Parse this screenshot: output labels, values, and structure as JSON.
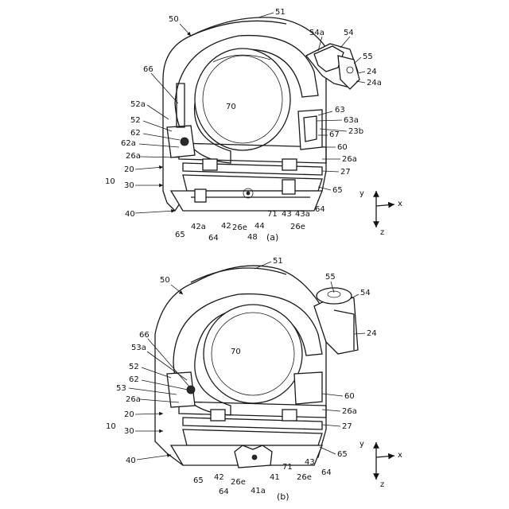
{
  "figure_a": {
    "caption": "(a)",
    "labels": [
      "50",
      "51",
      "54a",
      "54",
      "55",
      "24",
      "24a",
      "66",
      "70",
      "52a",
      "52",
      "62",
      "62a",
      "26a",
      "20",
      "10",
      "30",
      "63",
      "63a",
      "23b",
      "67",
      "60",
      "26a",
      "27",
      "65",
      "40",
      "65",
      "42a",
      "64",
      "42",
      "26e",
      "44",
      "48",
      "71",
      "43",
      "43a",
      "26e",
      "64"
    ]
  },
  "figure_b": {
    "caption": "(b)",
    "labels": [
      "50",
      "51",
      "55",
      "54",
      "24",
      "66",
      "53a",
      "70",
      "52",
      "62",
      "53",
      "26a",
      "20",
      "10",
      "30",
      "40",
      "65",
      "64",
      "42",
      "26e",
      "41a",
      "41",
      "71",
      "43",
      "26e",
      "64",
      "60",
      "26a",
      "27",
      "65"
    ]
  },
  "axes_a": {
    "y": "y",
    "x": "x",
    "z": "z"
  },
  "axes_b": {
    "y": "y",
    "x": "x",
    "z": "z"
  }
}
